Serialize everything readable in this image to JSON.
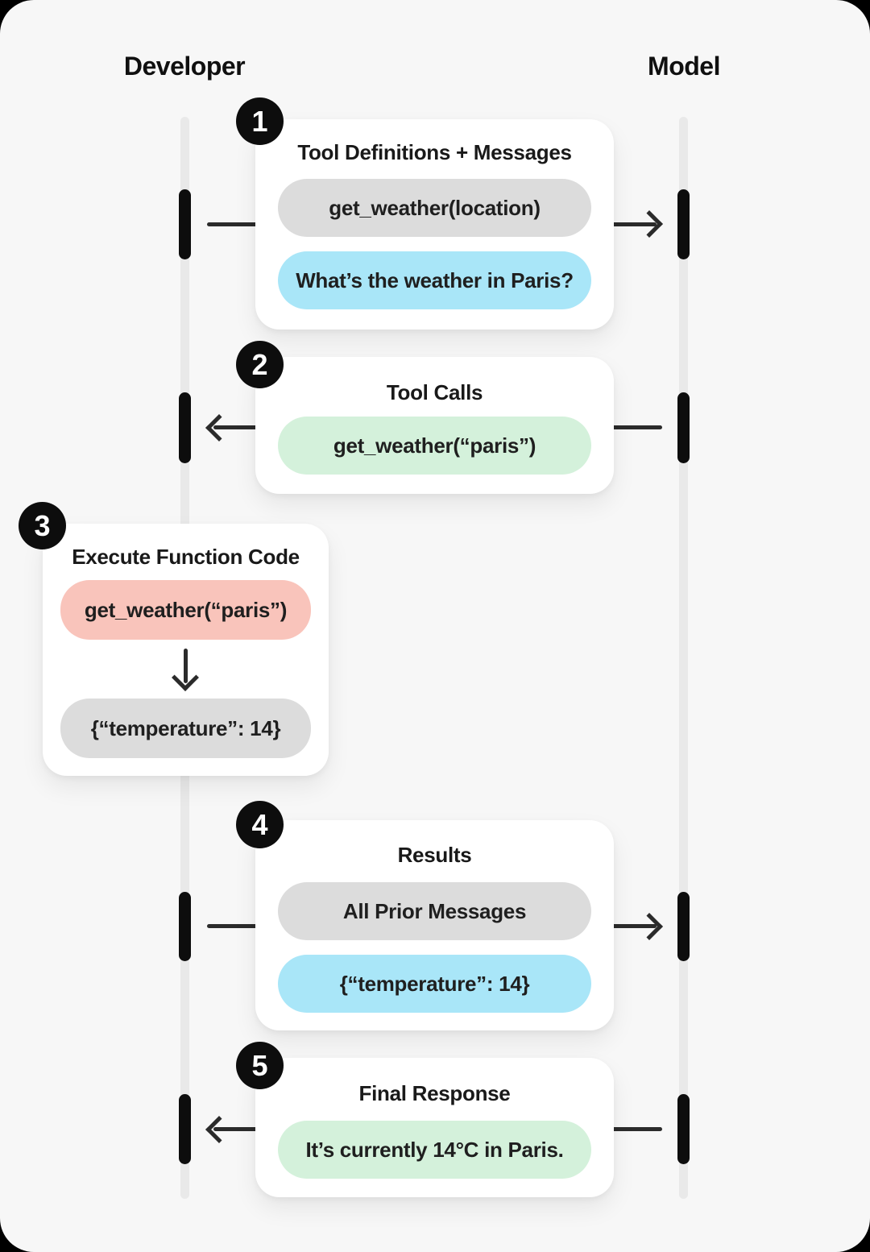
{
  "header": {
    "developer_label": "Developer",
    "model_label": "Model"
  },
  "colors": {
    "background": "#f7f7f7",
    "outer": "#000000",
    "card": "#ffffff",
    "gray_pill": "#dcdcdc",
    "blue_pill": "#a9e6f8",
    "green_pill": "#d4f1db",
    "pink_pill": "#f9c4bb",
    "lifeline": "#e9e9e9",
    "activation_bar": "#0d0d0d",
    "arrow": "#2b2b2b",
    "badge": "#0d0d0d"
  },
  "steps": [
    {
      "number": "1",
      "title": "Tool Definitions + Messages",
      "arrow": "developer-to-model",
      "pills": [
        {
          "type": "gray",
          "text": "get_weather(location)"
        },
        {
          "type": "blue",
          "text": "What’s the weather in Paris?"
        }
      ]
    },
    {
      "number": "2",
      "title": "Tool Calls",
      "arrow": "model-to-developer",
      "pills": [
        {
          "type": "green",
          "text": "get_weather(“paris”)"
        }
      ]
    },
    {
      "number": "3",
      "title": "Execute Function Code",
      "arrow": "internal-down-arrow",
      "pills": [
        {
          "type": "pink",
          "text": "get_weather(“paris”)"
        },
        {
          "type": "gray",
          "text": "{“temperature”: 14}"
        }
      ]
    },
    {
      "number": "4",
      "title": "Results",
      "arrow": "developer-to-model",
      "pills": [
        {
          "type": "gray",
          "text": "All Prior Messages"
        },
        {
          "type": "blue",
          "text": "{“temperature”: 14}"
        }
      ]
    },
    {
      "number": "5",
      "title": "Final Response",
      "arrow": "model-to-developer",
      "pills": [
        {
          "type": "green",
          "text": "It’s currently 14°C in Paris."
        }
      ]
    }
  ]
}
